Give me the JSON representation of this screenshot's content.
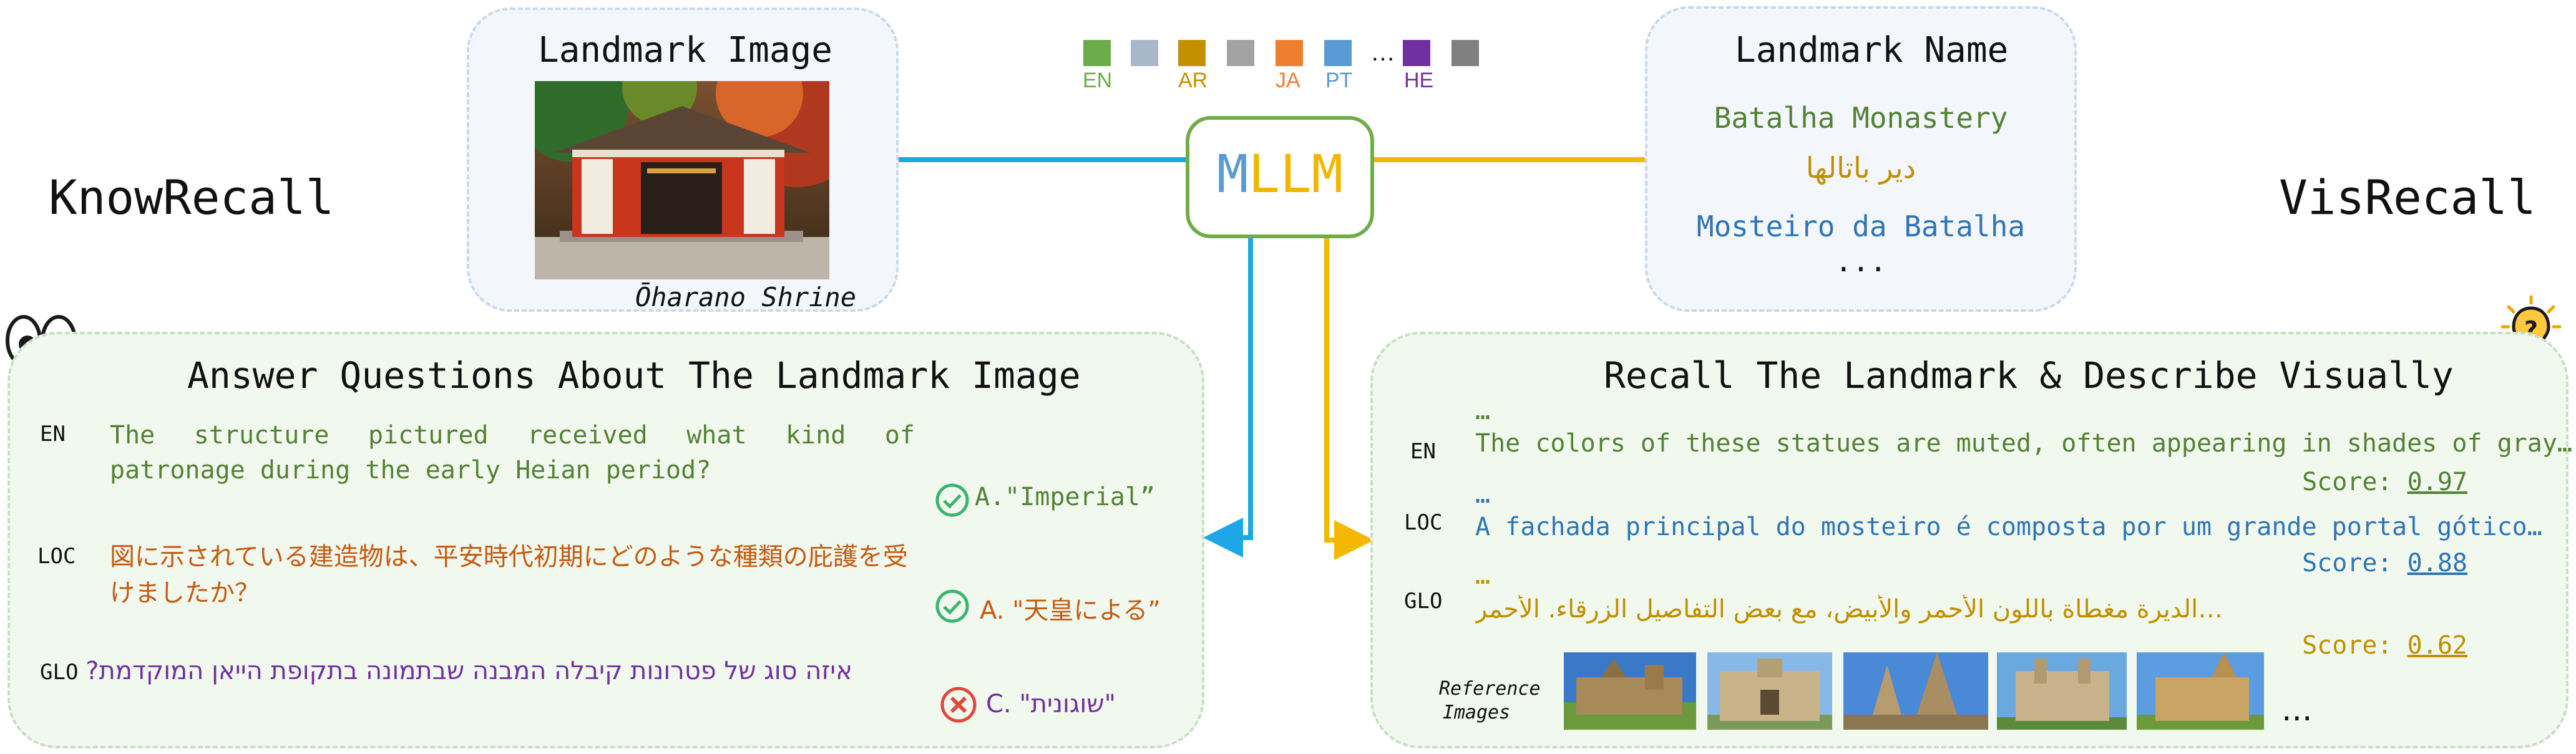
{
  "left_label": "KnowRecall",
  "right_label": "VisRecall",
  "landmark_image": {
    "title": "Landmark Image",
    "caption": "Ōharano Shrine"
  },
  "languages": [
    {
      "code": "EN",
      "color": "#6aad4a"
    },
    {
      "code": "",
      "color": "#a9b7cb"
    },
    {
      "code": "AR",
      "color": "#c49000"
    },
    {
      "code": "",
      "color": "#a3a3a3"
    },
    {
      "code": "JA",
      "color": "#ef7e2e"
    },
    {
      "code": "PT",
      "color": "#5b9bd5"
    },
    {
      "code": "…",
      "color": ""
    },
    {
      "code": "HE",
      "color": "#7030a0"
    },
    {
      "code": "",
      "color": "#808080"
    }
  ],
  "mllm": {
    "m": "M",
    "llm": "LLM",
    "m_color": "#5b9bd5",
    "llm_color": "#f2b600",
    "border": "#70ad47"
  },
  "landmark_name": {
    "title": "Landmark Name",
    "names": [
      {
        "text": "Batalha Monastery",
        "color": "#548235"
      },
      {
        "text": "دير باتالها",
        "color": "#bf9000"
      },
      {
        "text": "Mosteiro da Batalha",
        "color": "#2e75b6"
      }
    ],
    "ellipsis": "..."
  },
  "knowrecall": {
    "title": "Answer Questions About The Landmark Image",
    "rows": [
      {
        "lang": "EN",
        "question": "The structure pictured received what kind of patronage during the early Heian period?",
        "color": "#548235",
        "answer": "A.\"Imperial”",
        "answer_color": "#548235",
        "correct": true
      },
      {
        "lang": "LOC",
        "question": "図に示されている建造物は、平安時代初期にどのような種類の庇護を受けましたか？",
        "color": "#c55a11",
        "answer": "A. \"天皇による”",
        "answer_color": "#c55a11",
        "correct": true
      },
      {
        "lang": "GLO",
        "question": "איזה סוג של פטרונות קיבלה המבנה שבתמונה בתקופת הייאן המוקדמת?",
        "color": "#7030a0",
        "answer": "C. \"שוגונית\"",
        "answer_color": "#7030a0",
        "correct": false
      }
    ]
  },
  "visrecall": {
    "title": "Recall The Landmark & Describe Visually",
    "rows": [
      {
        "lang": "EN",
        "prefix": "…",
        "text": "The colors of these statues are muted, often appearing in shades of gray…",
        "color": "#548235",
        "score_label": "Score: ",
        "score": "0.97"
      },
      {
        "lang": "LOC",
        "prefix": "…",
        "text": "A fachada principal do mosteiro é composta por um grande portal gótico…",
        "color": "#2e75b6",
        "score_label": "Score: ",
        "score": "0.88"
      },
      {
        "lang": "GLO",
        "prefix": "…",
        "text": "…الديرة مغطاة باللون الأحمر والأبيض، مع بعض التفاصيل الزرقاء. الأحمر",
        "color": "#bf9000",
        "score_label": "Score: ",
        "score": "0.62"
      }
    ],
    "reference_label": "Reference Images",
    "more": "..."
  }
}
